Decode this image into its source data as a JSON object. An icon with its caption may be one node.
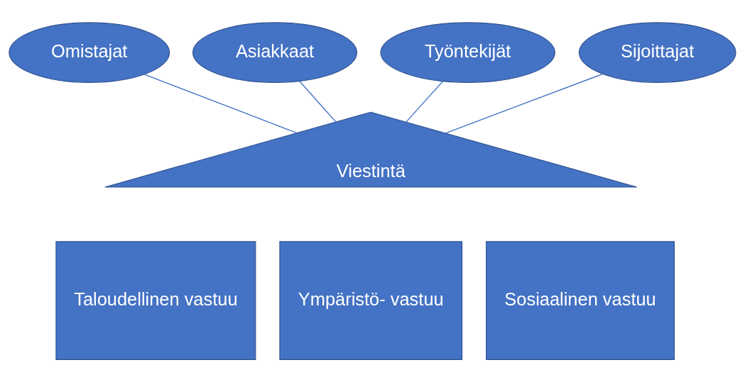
{
  "diagram": {
    "nodes": [
      {
        "text": [
          "Omistajat"
        ]
      },
      {
        "text": [
          "Asiakkaat"
        ]
      },
      {
        "text": [
          "Työntekijät"
        ]
      },
      {
        "text": [
          "Sijoittajat"
        ]
      },
      {
        "text": [
          "Viestintä"
        ]
      },
      {
        "text": [
          "Taloudellinen vastuu"
        ]
      },
      {
        "text": [
          "Ympäristö- vastuu"
        ]
      },
      {
        "text": [
          "Sosiaalinen vastuu"
        ]
      }
    ],
    "edges": [
      {
        "from": 0,
        "to": 4,
        "arrow": "none"
      },
      {
        "from": 1,
        "to": 4,
        "arrow": "none"
      },
      {
        "from": 2,
        "to": 4,
        "arrow": "none"
      },
      {
        "from": 3,
        "to": 4,
        "arrow": "none"
      }
    ]
  }
}
